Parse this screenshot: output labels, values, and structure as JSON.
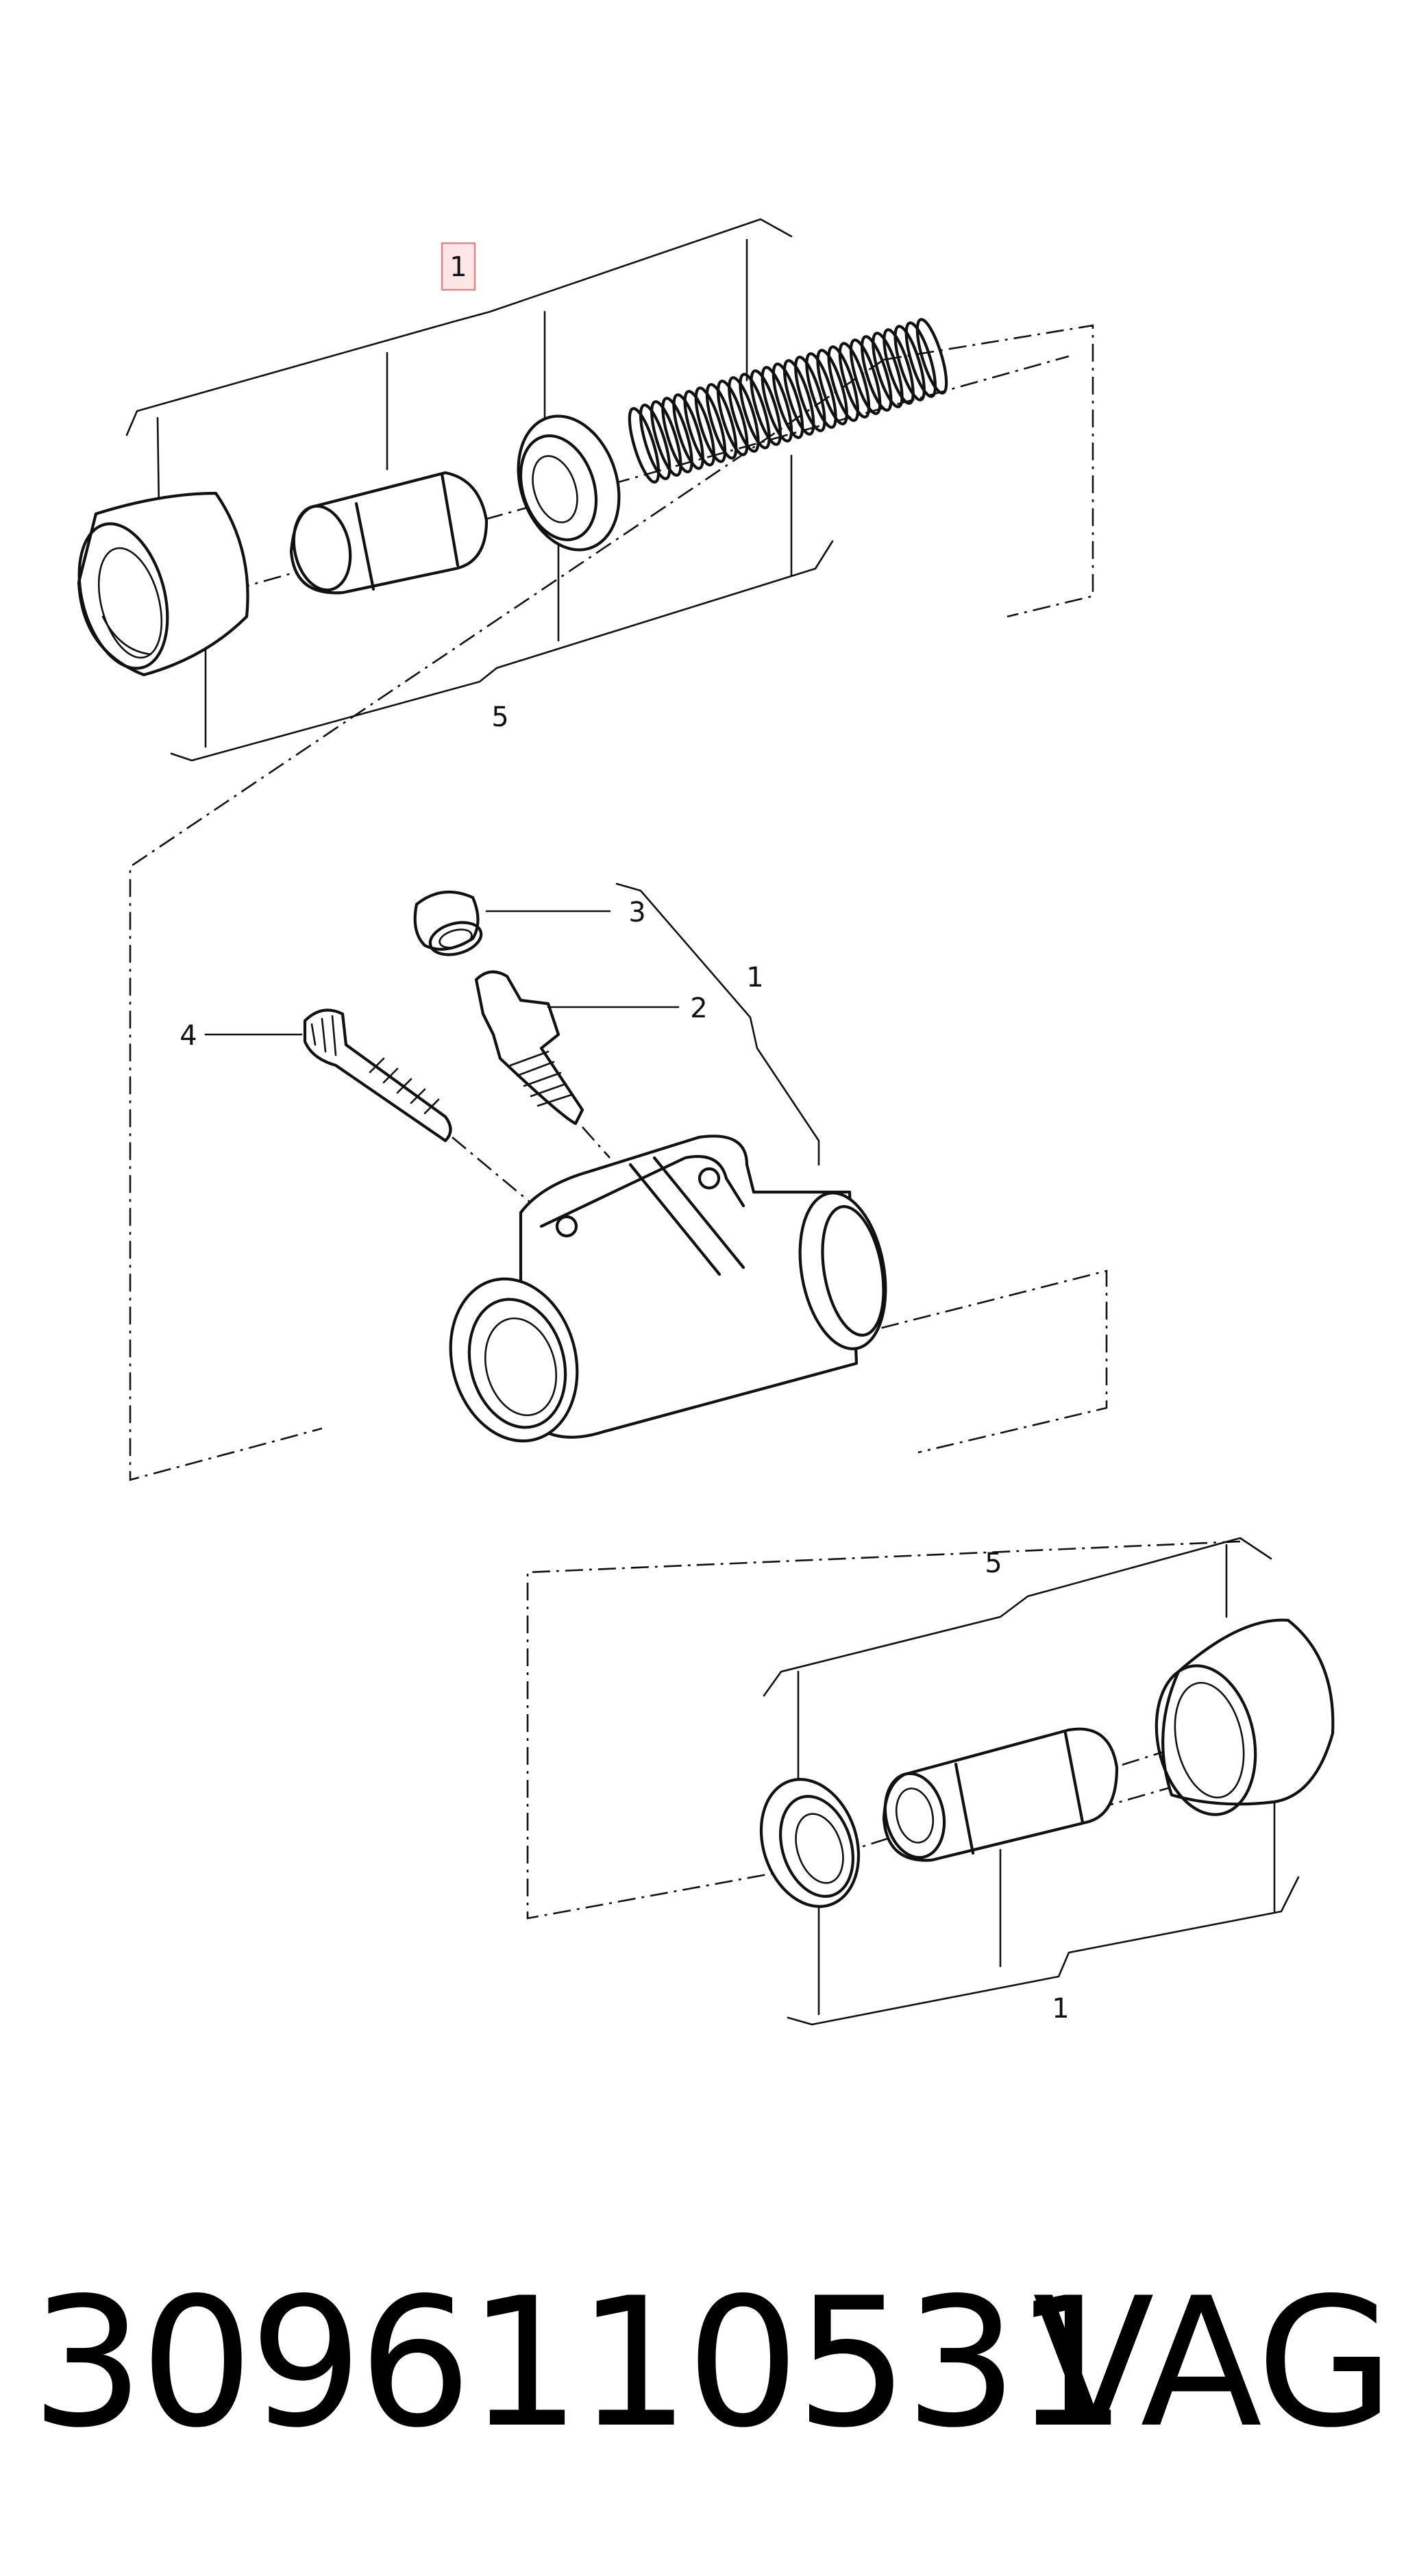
{
  "diagram": {
    "labels": {
      "top_group_1": "1",
      "top_group_5": "5",
      "item_3": "3",
      "item_2": "2",
      "item_1": "1",
      "item_4": "4",
      "bottom_group_5": "5",
      "bottom_group_1": "1"
    }
  },
  "footer": {
    "part_number": "3096110531",
    "brand": "VAG"
  }
}
